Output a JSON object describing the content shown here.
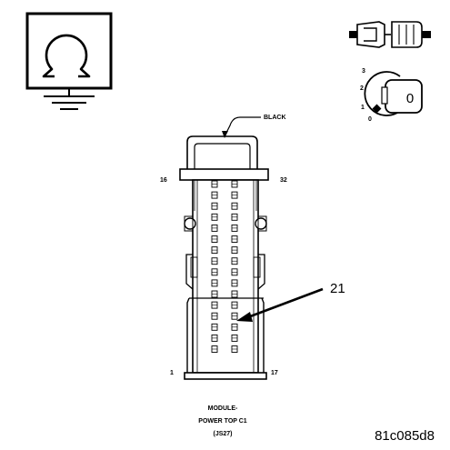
{
  "symbols": {
    "ohm_meter": "ohm-meter-icon",
    "connector_plug": "connector-plug-icon",
    "ignition_switch": "ignition-key-icon"
  },
  "ignition": {
    "positions": [
      "3",
      "2",
      "1",
      "0"
    ],
    "key_label": "0"
  },
  "connector": {
    "color": "BLACK",
    "pin_top_left": "16",
    "pin_top_right": "32",
    "pin_bottom_left": "1",
    "pin_bottom_right": "17",
    "highlight_pin": "21",
    "name_line1": "MODULE-",
    "name_line2": "POWER TOP C1",
    "name_line3": "(JS27)"
  },
  "figure_id": "81c085d8"
}
